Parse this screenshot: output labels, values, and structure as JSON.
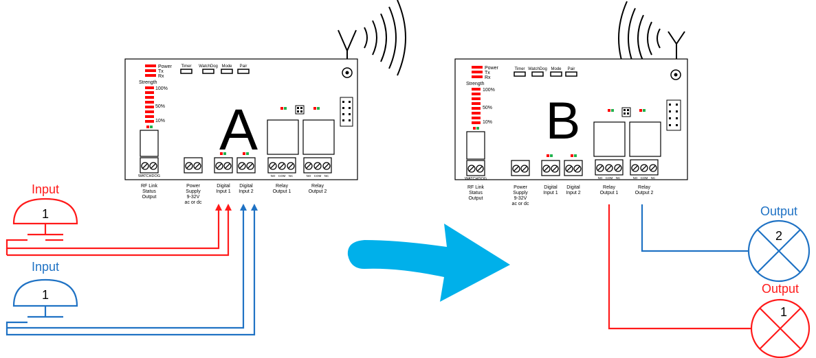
{
  "colors": {
    "red": "#ff1a1a",
    "blue": "#1f72c4",
    "arrow": "#00b0ea",
    "board_border": "#000000",
    "led_red": "#ff0000",
    "led_green": "#22b14c"
  },
  "board_a": {
    "letter": "A",
    "leds": {
      "power": "Power",
      "tx": "Tx",
      "rx": "Rx"
    },
    "strength": {
      "label": "Strength",
      "p100": "100%",
      "p50": "50%",
      "p10": "10%"
    },
    "buttons": {
      "timer": "Timer",
      "watchdog": "WatchDog",
      "mode": "Mode",
      "pair": "Pair"
    },
    "watchdog_label": "WATCHDOG",
    "relay_terms": {
      "no": "NO",
      "com": "COM",
      "nc": "NC"
    },
    "captions": {
      "rf": [
        "RF Link",
        "Status",
        "Output"
      ],
      "power": [
        "Power",
        "Supply",
        "9-32V",
        "ac or dc"
      ],
      "din1": [
        "Digital",
        "Input 1"
      ],
      "din2": [
        "Digital",
        "Input 2"
      ],
      "relay1": [
        "Relay",
        "Output 1"
      ],
      "relay2": [
        "Relay",
        "Output 2"
      ]
    }
  },
  "board_b": {
    "letter": "B",
    "leds": {
      "power": "Power",
      "tx": "Tx",
      "rx": "Rx"
    },
    "strength": {
      "label": "Strength",
      "p100": "100%",
      "p50": "50%",
      "p10": "10%"
    },
    "buttons": {
      "timer": "Timer",
      "watchdog": "WatchDog",
      "mode": "Mode",
      "pair": "Pair"
    },
    "watchdog_label": "WATCHDOG",
    "relay_terms": {
      "no": "NO",
      "com": "COM",
      "nc": "NC"
    },
    "captions": {
      "rf": [
        "RF Link",
        "Status",
        "Output"
      ],
      "power": [
        "Power",
        "Supply",
        "9-32V",
        "ac or dc"
      ],
      "din1": [
        "Digital",
        "Input 1"
      ],
      "din2": [
        "Digital",
        "Input 2"
      ],
      "relay1": [
        "Relay",
        "Output 1"
      ],
      "relay2": [
        "Relay",
        "Output 2"
      ]
    }
  },
  "inputs": {
    "input1": {
      "label": "Input",
      "number": "1"
    },
    "input2": {
      "label": "Input",
      "number": "1"
    }
  },
  "outputs": {
    "output2": {
      "label": "Output",
      "number": "2"
    },
    "output1": {
      "label": "Output",
      "number": "1"
    }
  }
}
